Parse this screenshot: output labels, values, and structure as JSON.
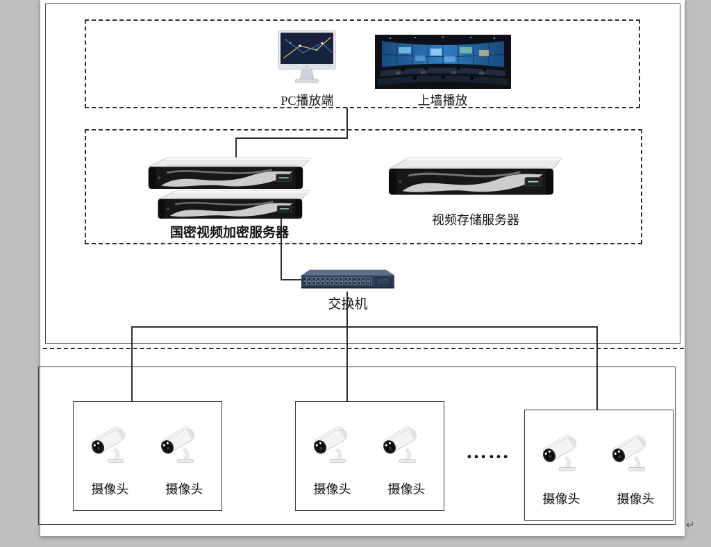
{
  "top_section": {
    "playback": {
      "pc_label": "PC播放端",
      "wall_label": "上墙播放"
    },
    "servers": {
      "encryption_label": "国密视频加密服务器",
      "storage_label": "视频存储服务器"
    },
    "switch_label": "交换机"
  },
  "bottom_section": {
    "groups": [
      {
        "cameras": [
          "摄像头",
          "摄像头"
        ]
      },
      {
        "cameras": [
          "摄像头",
          "摄像头"
        ]
      },
      {
        "cameras": [
          "摄像头",
          "摄像头"
        ]
      }
    ],
    "ellipsis": "……"
  },
  "misc": {
    "return_mark": "↵"
  },
  "icons": {
    "pc_monitor": "desktop-monitor",
    "video_wall": "control-room-video-wall-photo",
    "encryption_servers": "stacked-rack-servers",
    "storage_server": "rack-server",
    "switch": "network-switch",
    "camera": "bullet-camera"
  },
  "colors": {
    "page_margin": "#bfbfbf",
    "line": "#2f2f2f",
    "switch_body": "#2e3f57",
    "server_front": "#171717",
    "monitor_screen": "#16233f",
    "video_wall_blue": "#2f7ec2"
  }
}
